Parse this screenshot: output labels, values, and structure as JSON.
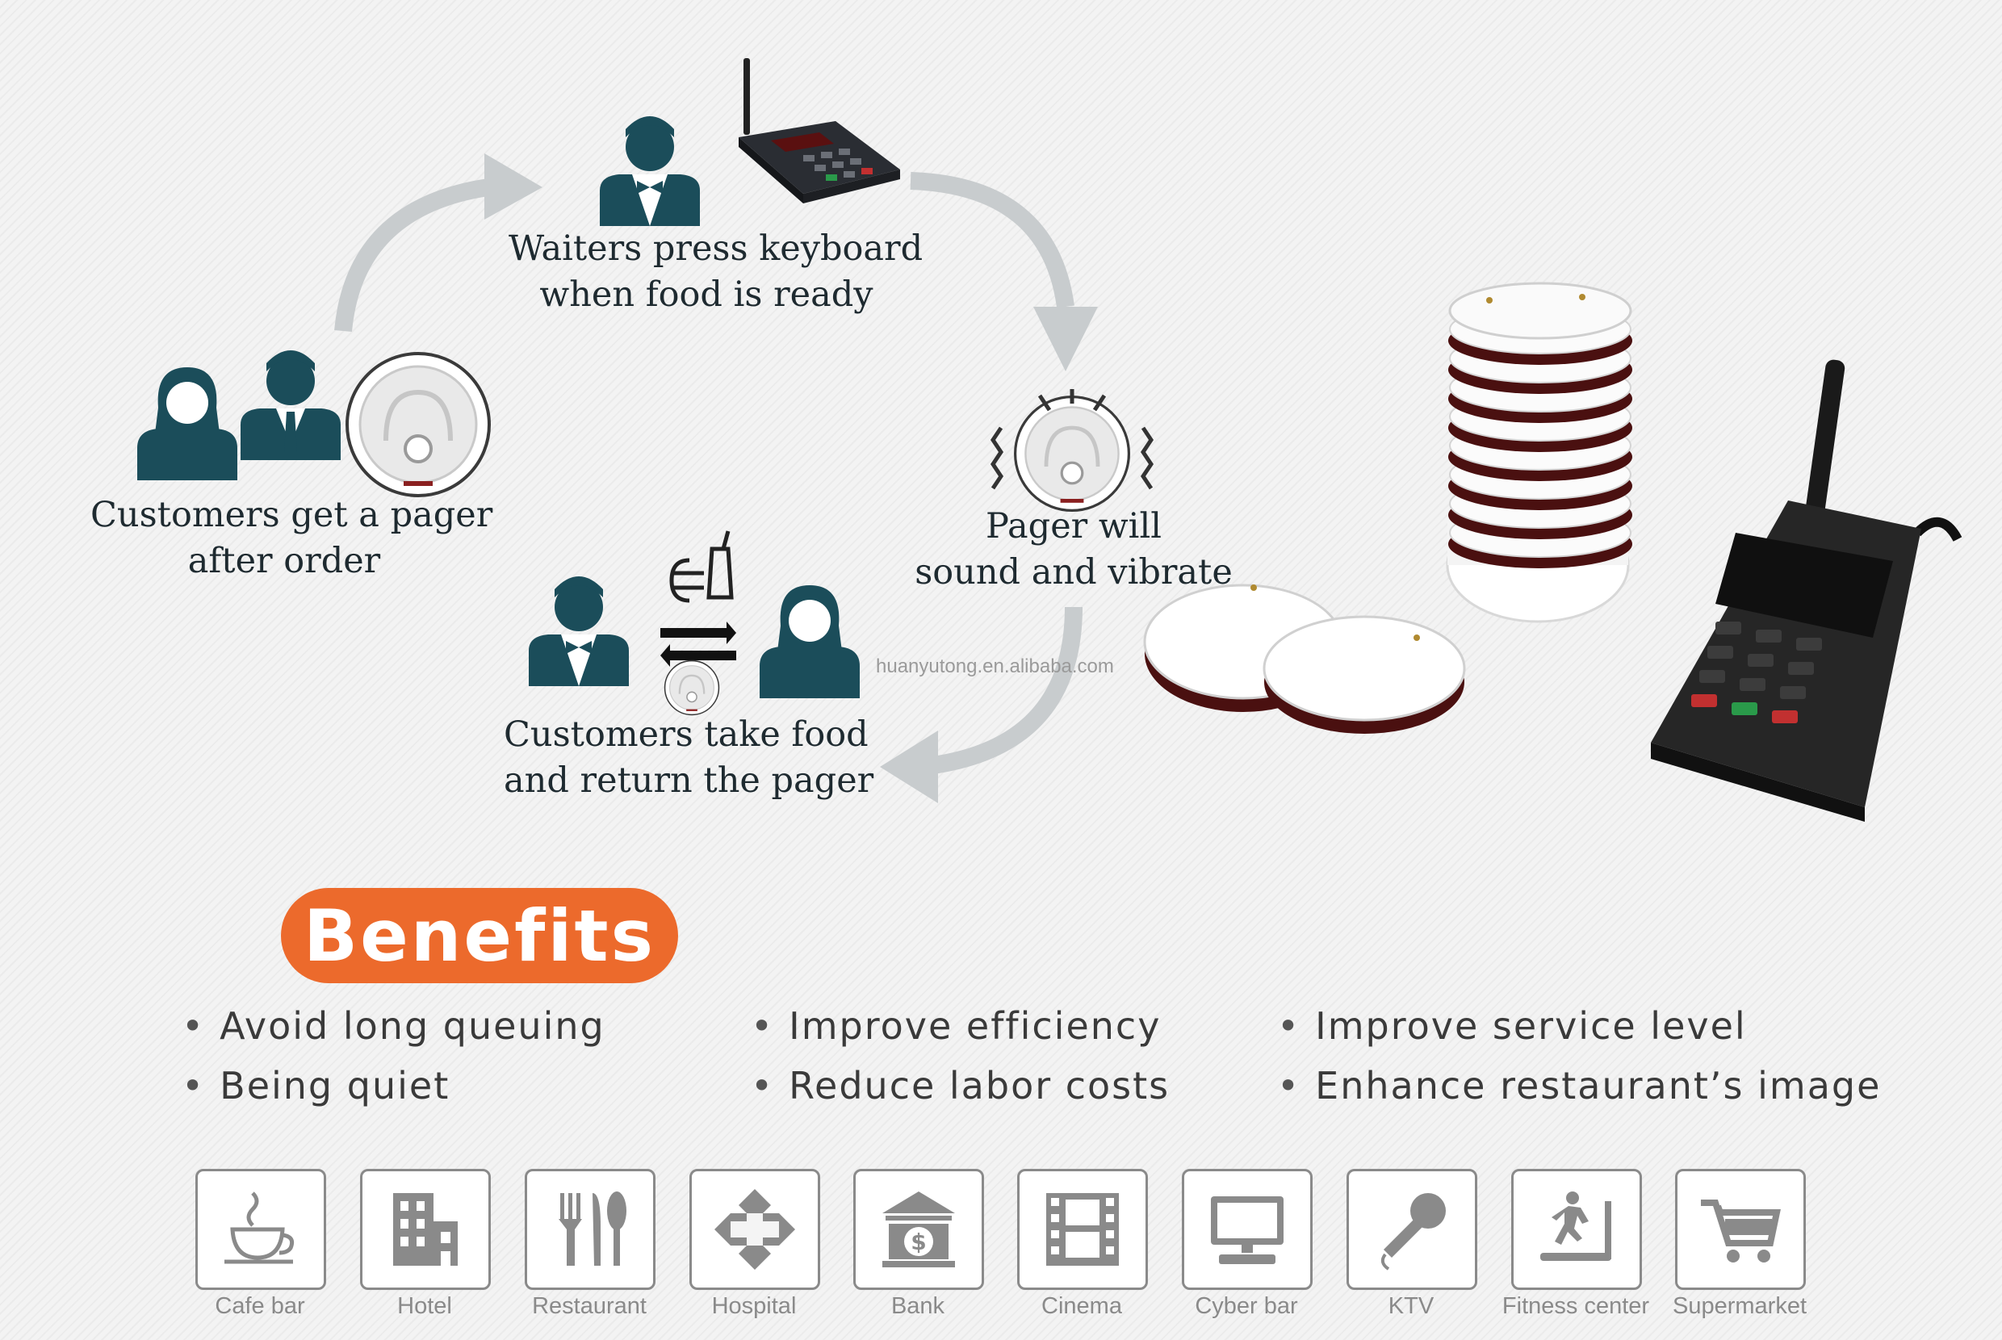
{
  "steps": {
    "waiters": "Waiters press keyboard\nwhen food is ready",
    "customers_get": "Customers get a pager\nafter order",
    "pager_sound": "Pager will\nsound and vibrate",
    "customers_take": "Customers take food\nand return the pager"
  },
  "watermark": "huanyutong.en.alibaba.com",
  "benefits": {
    "title": "Benefits",
    "items": [
      "Avoid long queuing",
      "Being quiet",
      "Improve efficiency",
      "Reduce labor costs",
      "Improve service level",
      "Enhance restaurant’s image"
    ]
  },
  "venues": [
    {
      "label": "Cafe bar",
      "icon": "coffee-cup-icon"
    },
    {
      "label": "Hotel",
      "icon": "hotel-building-icon"
    },
    {
      "label": "Restaurant",
      "icon": "cutlery-icon"
    },
    {
      "label": "Hospital",
      "icon": "medical-cross-icon"
    },
    {
      "label": "Bank",
      "icon": "bank-icon"
    },
    {
      "label": "Cinema",
      "icon": "film-strip-icon"
    },
    {
      "label": "Cyber bar",
      "icon": "computer-icon"
    },
    {
      "label": "KTV",
      "icon": "microphone-icon"
    },
    {
      "label": "Fitness center",
      "icon": "treadmill-icon"
    },
    {
      "label": "Supermarket",
      "icon": "shopping-cart-icon"
    }
  ],
  "colors": {
    "accent": "#ec6a2c",
    "people": "#1b4d5a",
    "arrow": "#c8ccce",
    "icon_gray": "#8a8a8a"
  }
}
